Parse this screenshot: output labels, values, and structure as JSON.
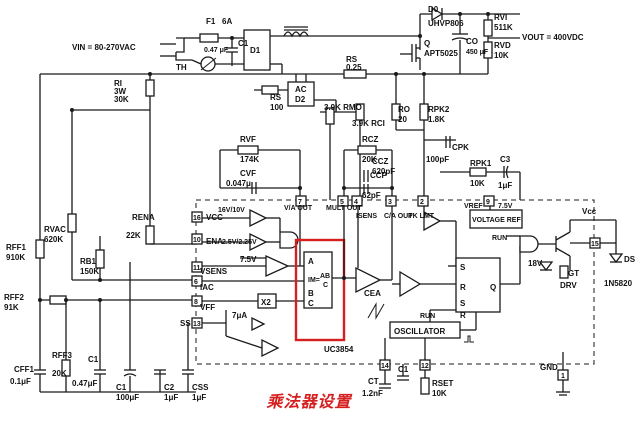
{
  "caption": "乘法器设置",
  "highlight_color": "#d62020",
  "labels": {
    "vin": "VIN = 80-270VAC",
    "f1": "F1",
    "f1_val": "6A",
    "c1": "C1",
    "c1_val": "0.47 μF",
    "th": "TH",
    "d1": "D1",
    "d0": "D0",
    "d0_val": "UHVP806",
    "q": "Q",
    "q_val": "APT5025",
    "co": "CO",
    "co_val": "450 μF",
    "rvi": "RVI",
    "rvi_val": "511K",
    "rvd": "RVD",
    "rvd_val": "10K",
    "vout": "VOUT = 400VDC",
    "ri": "RI",
    "ri_val1": "3W",
    "ri_val2": "30K",
    "rs": "RS",
    "rs_val": "0.25",
    "ac": "AC",
    "d2": "D2",
    "rs2": "RS",
    "rs2_val": "100",
    "rmo": "3.9K RMO",
    "rci": "3.9K RCI",
    "ro": "RO",
    "ro_val": "20",
    "rpk2": "RPK2",
    "rpk2_val": "1.8K",
    "rvf": "RVF",
    "rvf_val": "174K",
    "cvf": "CVF",
    "cvf_val": "0.047μ",
    "rcz": "RCZ",
    "rcz_val": "20K",
    "ccz": "CCZ",
    "ccz_val": "620pF",
    "ccp": "CCP",
    "ccp_val": "62pF",
    "cpk": "CPK",
    "cpk_val": "100pF",
    "rpk1": "RPK1",
    "rpk1_val": "10K",
    "c3": "C3",
    "c3_val": "1μF",
    "rena": "RENA",
    "rena_val": "22K",
    "rvac": "RVAC",
    "rvac_val": "620K",
    "rff1": "RFF1",
    "rff1_val": "910K",
    "rb1": "RB1",
    "rb1_val": "150K",
    "rff2": "RFF2",
    "rff2_val": "91K",
    "cff1": "CFF1",
    "cff1_val": "0.1μF",
    "rff3": "RFF3",
    "rff3_val": "20K",
    "c1b": "C1",
    "c1b_val": "0.47μF",
    "c1c": "C1",
    "c1c_val": "100μF",
    "c2": "C2",
    "c2_val": "1μF",
    "css": "CSS",
    "css_val": "1μF",
    "ct": "CT",
    "ct_val": "1.2nF",
    "c1d": "C1",
    "rset": "RSET",
    "rset_val": "10K",
    "vcc": "VCC",
    "vcc_val": "16V/10V",
    "ena": "ENA",
    "ena_val": "2.5V/2.25V",
    "v75": "7.5V",
    "vsens": "VSENS",
    "iac": "IAC",
    "vff": "VFF",
    "x2": "X2",
    "ss": "SS",
    "i7": "7μA",
    "va_out": "V/A OUT",
    "mult_out": "MULT OUT",
    "isens": "ISENS",
    "ca_out": "C/A OUT",
    "pk_lmt": "PK LMT",
    "vref": "VREF",
    "vref_val": "7.5V",
    "voltage_ref": "VOLTAGE REF",
    "run": "RUN",
    "run2": "RUN",
    "mult_a": "A",
    "mult_im": "IM=",
    "mult_ab": "AB",
    "mult_c": "C",
    "mult_b": "B",
    "mult_c2": "C",
    "cea": "CEA",
    "r_s": "S",
    "r_r": "R",
    "r_q": "Q",
    "r_s2": "S",
    "r_r2": "R",
    "oscillator": "OSCILLATOR",
    "ic": "UC3854",
    "vcc2": "Vcc",
    "v18": "18V",
    "gt": "GT",
    "drv": "DRV",
    "ds": "DS",
    "ds_val": "1N5820",
    "gnd": "GND",
    "pins": [
      "16",
      "10",
      "11",
      "6",
      "8",
      "13",
      "7",
      "5",
      "4",
      "3",
      "2",
      "9",
      "14",
      "12",
      "15",
      "1"
    ]
  }
}
